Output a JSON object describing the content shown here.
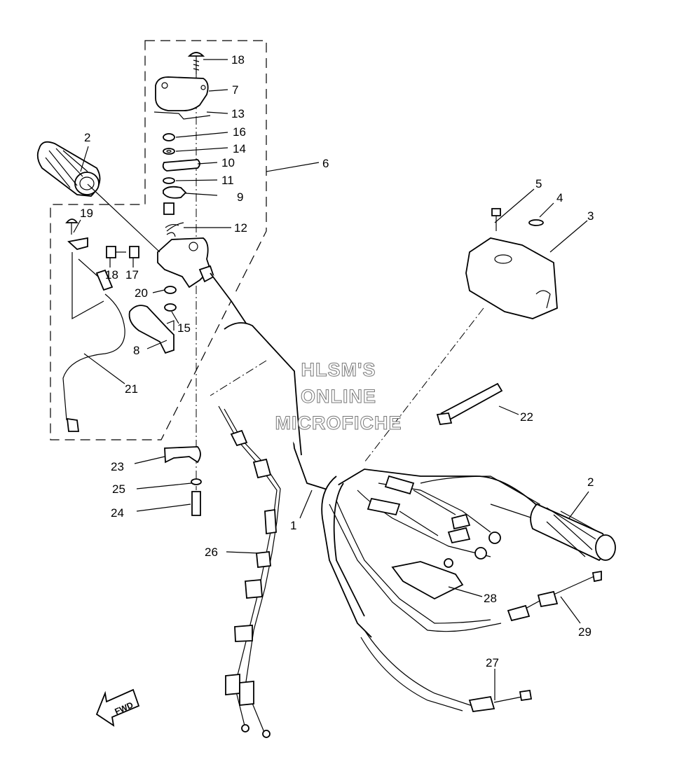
{
  "watermark": [
    "HLSM'S",
    "ONLINE",
    "MICROFICHE"
  ],
  "fwd_label": "FWD",
  "parts": {
    "p1": "1",
    "p2a": "2",
    "p2b": "2",
    "p3": "3",
    "p4": "4",
    "p5": "5",
    "p6": "6",
    "p7": "7",
    "p8": "8",
    "p9": "9",
    "p10": "10",
    "p11": "11",
    "p12": "12",
    "p13": "13",
    "p14": "14",
    "p15": "15",
    "p16": "16",
    "p17": "17",
    "p18a": "18",
    "p18b": "18",
    "p19": "19",
    "p20": "20",
    "p21": "21",
    "p22": "22",
    "p23": "23",
    "p24": "24",
    "p25": "25",
    "p26": "26",
    "p27": "27",
    "p28": "28",
    "p29": "29"
  }
}
